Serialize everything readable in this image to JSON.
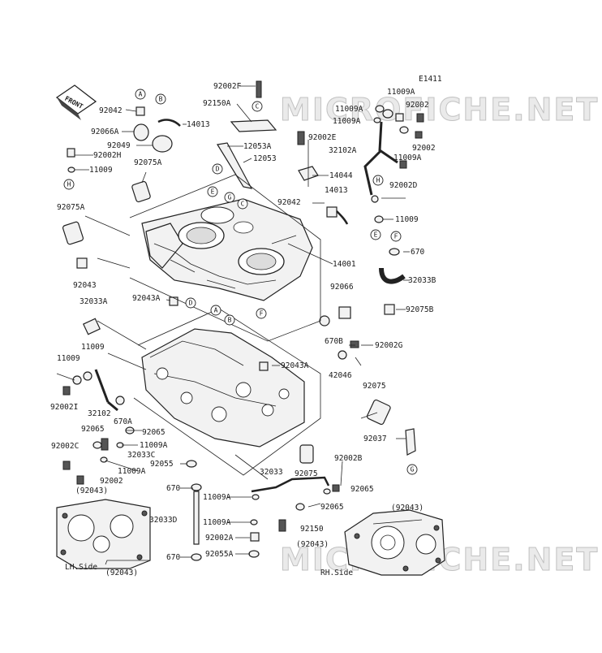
{
  "diagram_code": "E1411",
  "front_arrow_label": "FRONT",
  "watermark_text": "MICROFICHE.NET",
  "side_labels": {
    "lh": "LH.Side",
    "rh": "RH.Side"
  },
  "reference_letters": [
    "A",
    "B",
    "C",
    "D",
    "E",
    "F",
    "G",
    "H"
  ],
  "part_labels": [
    "92002F",
    "92042",
    "92150A",
    "14013",
    "92066A",
    "92049",
    "12053A",
    "12053",
    "92002H",
    "11009",
    "92075A",
    "92075A",
    "92043",
    "32033A",
    "92043A",
    "11009",
    "11009",
    "92002I",
    "32102",
    "670A",
    "92065",
    "92002C",
    "92065",
    "11009A",
    "32033C",
    "11009A",
    "92002",
    "(92043)",
    "(92043)",
    "670",
    "32033D",
    "670",
    "92055",
    "11009A",
    "11009A",
    "92002A",
    "92055A",
    "32033",
    "92150",
    "92065",
    "92002B",
    "92075",
    "92065",
    "92037",
    "(92043)",
    "(92043)",
    "92075",
    "42046",
    "92002G",
    "92043A",
    "670B",
    "92066",
    "14001",
    "92075B",
    "32033B",
    "670",
    "11009",
    "14013",
    "92042",
    "14044",
    "92002E",
    "92002D",
    "11009A",
    "32102A",
    "11009A",
    "11009A",
    "11009A",
    "92002",
    "92002"
  ]
}
